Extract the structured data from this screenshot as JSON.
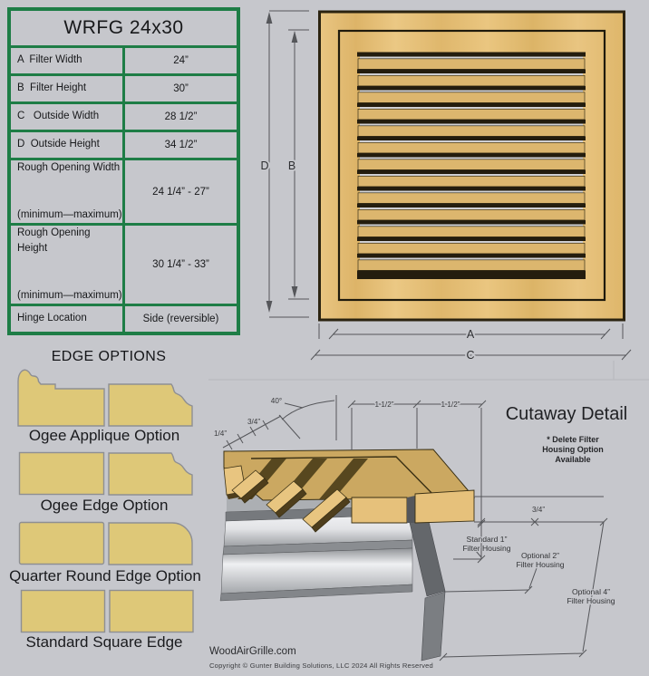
{
  "spec_table": {
    "title": "WRFG 24x30",
    "border_color": "#1E7D46",
    "rows": [
      {
        "label": "A  Filter Width",
        "value": "24”"
      },
      {
        "label": "B  Filter Height",
        "value": "30”"
      },
      {
        "label": "C   Outside Width",
        "value": "28 1/2”"
      },
      {
        "label": "D  Outside Height",
        "value": "34 1/2”"
      },
      {
        "label": "Rough Opening Width",
        "label2": "(minimum—maximum)",
        "value": "24 1/4” - 27”"
      },
      {
        "label": "Rough Opening Height",
        "label2": "(minimum—maximum)",
        "value": "30 1/4” - 33”"
      },
      {
        "label": "Hinge Location",
        "value": "Side (reversible)"
      }
    ]
  },
  "grille_diagram": {
    "wood_color": "#E5C07A",
    "labels": {
      "d": "D",
      "b": "B",
      "a": "A",
      "c": "C"
    }
  },
  "edge_options": {
    "title": "EDGE OPTIONS",
    "fill_color": "#DEC878",
    "items": [
      {
        "label": "Ogee Applique Option"
      },
      {
        "label": "Ogee Edge Option"
      },
      {
        "label": "Quarter Round Edge Option"
      },
      {
        "label": "Standard Square Edge"
      }
    ]
  },
  "cutaway": {
    "title": "Cutaway Detail",
    "note_lines": [
      "* Delete Filter",
      "Housing Option",
      "Available"
    ],
    "dimensions": {
      "angle": "40°",
      "quarter": "1/4”",
      "three_quarter": "3/4”",
      "frame_a": "1 1/2”",
      "frame_b": "1 1/2”",
      "thickness": "3/4”"
    },
    "housings": [
      {
        "line1": "Standard 1”",
        "line2": "Filter Housing"
      },
      {
        "line1": "Optional 2”",
        "line2": "Filter Housing"
      },
      {
        "line1": "Optional 4”",
        "line2": "Filter Housing"
      }
    ]
  },
  "footer": {
    "website": "WoodAirGrille.com",
    "copyright": "Copyright ©  Gunter Building Solutions, LLC 2024 All Rights Reserved"
  }
}
